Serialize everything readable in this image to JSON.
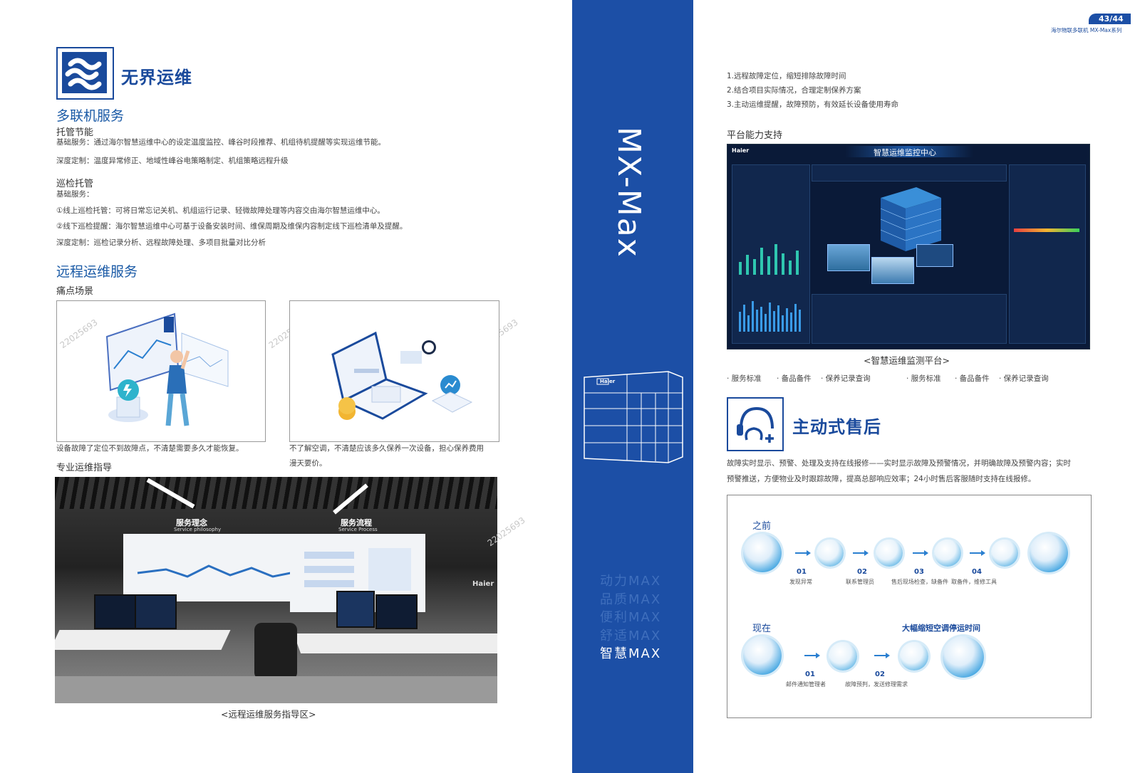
{
  "header": {
    "page_number": "43/44",
    "series": "海尔物联多联机 MX-Max系列"
  },
  "left": {
    "section_title": "无界运维",
    "vrf_service": {
      "title": "多联机服务",
      "hosting": {
        "title": "托管节能",
        "lines": [
          "基础服务：通过海尔智慧运维中心的设定温度监控、峰谷时段推荐、机组待机提醒等实现运维节能。",
          "深度定制：温度异常修正、地域性峰谷电策略制定、机组策略远程升级"
        ]
      },
      "patrol": {
        "title": "巡检托管",
        "lines": [
          "基础服务：",
          "①线上巡检托管：可将日常忘记关机、机组运行记录、轻微故障处理等内容交由海尔智慧运维中心。",
          "②线下巡检提醒：海尔智慧运维中心可基于设备安装时间、维保周期及维保内容制定线下巡检清单及提醒。",
          "深度定制：巡检记录分析、远程故障处理、多项目批量对比分析"
        ]
      }
    },
    "remote_service": {
      "title": "远程运维服务",
      "pain_title": "痛点场景",
      "pain1_caption": "设备故障了定位不到故障点，不清楚需要多久才能恢复。",
      "pain2_caption_line1": "不了解空调，不清楚应该多久保养一次设备，担心保养费用",
      "pain2_caption_line2": "漫天要价。",
      "guidance_title": "专业运维指导",
      "room_caption": "<远程运维服务指导区>",
      "room_board1_title": "服务理念",
      "room_board1_sub": "Service philosophy",
      "room_board2_title": "服务流程",
      "room_board2_sub": "Service Process",
      "room_brand": "Haier"
    },
    "watermark": "22025693"
  },
  "middle": {
    "vertical_title": "MX-Max",
    "unit_brand": "Haier",
    "max_items": [
      "动力MAX",
      "品质MAX",
      "便利MAX",
      "舒适MAX",
      "智慧MAX"
    ],
    "active_index": 4
  },
  "right": {
    "benefits": [
      "1.远程故障定位，缩短排除故障时间",
      "2.结合项目实际情况，合理定制保养方案",
      "3.主动运维提醒，故障预防，有效延长设备使用寿命"
    ],
    "platform_title": "平台能力支持",
    "dashboard_brand": "Haier",
    "dashboard_title": "智慧运维监控中心",
    "platform_caption": "<智慧运维监测平台>",
    "platform_tags": [
      "· 服务标准",
      "· 备品备件",
      "· 保养记录查询",
      "· 服务标准",
      "· 备品备件",
      "· 保养记录查询"
    ],
    "after_sales_title": "主动式售后",
    "after_sales_desc": [
      "故障实时显示、预警、处理及支持在线报修——实时显示故障及预警情况，并明确故障及预警内容；实时",
      "预警推送，方便物业及时跟踪故障，提高总部响应效率；24小时售后客服随时支持在线报修。"
    ],
    "before_label": "之前",
    "before_steps": [
      {
        "num": "01",
        "label": "发现异常"
      },
      {
        "num": "02",
        "label": "联系管理员"
      },
      {
        "num": "03",
        "label": "售后现场检查，缺备件"
      },
      {
        "num": "04",
        "label": "取备件，维修工具"
      }
    ],
    "now_label": "现在",
    "now_highlight": "大幅缩短空调停运时间",
    "now_steps": [
      {
        "num": "01",
        "label": "邮件通知管理者"
      },
      {
        "num": "02",
        "label": "故障预判，发送修理需求"
      }
    ]
  }
}
